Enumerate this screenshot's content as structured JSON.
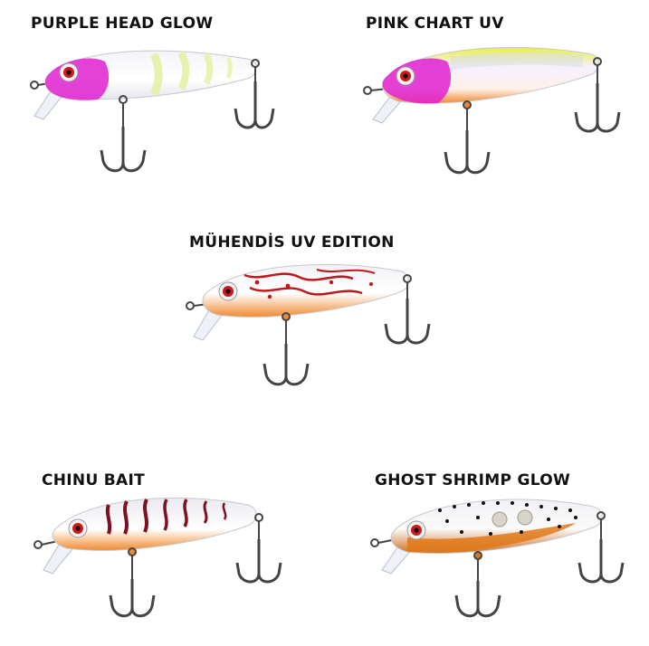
{
  "lures": [
    {
      "name": "PURPLE HEAD GLOW"
    },
    {
      "name": "PINK CHART UV"
    },
    {
      "name": "MÜHENDİS UV EDITION"
    },
    {
      "name": "CHINU BAIT"
    },
    {
      "name": "GHOST SHRIMP GLOW"
    }
  ],
  "colors": {
    "background": "#ffffff",
    "label_text": "#111111",
    "purple_head": "#e020d0",
    "chart_back": "#e8f040",
    "orange_belly": "#f08a30",
    "red_pattern": "#c01818",
    "hook_metal": "#444444"
  }
}
